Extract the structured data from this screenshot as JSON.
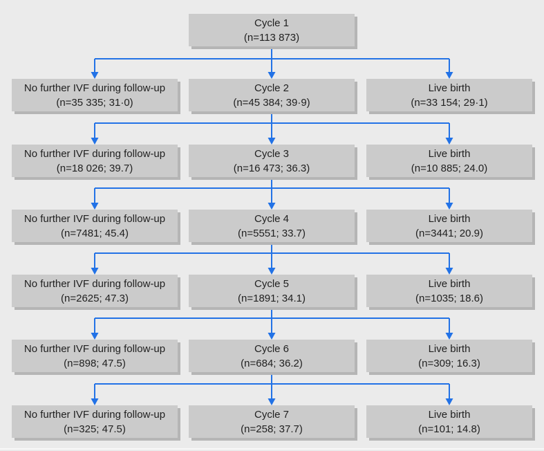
{
  "flow": {
    "root": {
      "title": "Cycle 1",
      "stat": "(n=113 873)"
    },
    "levels": [
      {
        "no_further_ivf": {
          "title": "No further IVF during follow-up",
          "stat": "(n=35 335; 31·0)"
        },
        "cycle": {
          "title": "Cycle 2",
          "stat": "(n=45 384; 39·9)"
        },
        "live_birth": {
          "title": "Live birth",
          "stat": "(n=33 154; 29·1)"
        }
      },
      {
        "no_further_ivf": {
          "title": "No further IVF during follow-up",
          "stat": "(n=18 026; 39.7)"
        },
        "cycle": {
          "title": "Cycle 3",
          "stat": "(n=16 473; 36.3)"
        },
        "live_birth": {
          "title": "Live birth",
          "stat": "(n=10 885; 24.0)"
        }
      },
      {
        "no_further_ivf": {
          "title": "No further IVF during follow-up",
          "stat": "(n=7481; 45.4)"
        },
        "cycle": {
          "title": "Cycle 4",
          "stat": "(n=5551; 33.7)"
        },
        "live_birth": {
          "title": "Live birth",
          "stat": "(n=3441; 20.9)"
        }
      },
      {
        "no_further_ivf": {
          "title": "No further IVF during follow-up",
          "stat": "(n=2625; 47.3)"
        },
        "cycle": {
          "title": "Cycle 5",
          "stat": "(n=1891; 34.1)"
        },
        "live_birth": {
          "title": "Live birth",
          "stat": "(n=1035; 18.6)"
        }
      },
      {
        "no_further_ivf": {
          "title": "No further IVF during follow-up",
          "stat": "(n=898; 47.5)"
        },
        "cycle": {
          "title": "Cycle 6",
          "stat": "(n=684; 36.2)"
        },
        "live_birth": {
          "title": "Live birth",
          "stat": "(n=309; 16.3)"
        }
      },
      {
        "no_further_ivf": {
          "title": "No further IVF during follow-up",
          "stat": "(n=325; 47.5)"
        },
        "cycle": {
          "title": "Cycle 7",
          "stat": "(n=258; 37.7)"
        },
        "live_birth": {
          "title": "Live birth",
          "stat": "(n=101; 14.8)"
        }
      }
    ]
  },
  "colors": {
    "background": "#ebebeb",
    "box_fill": "#cbcbcb",
    "box_shadow": "#b5b5b5",
    "connector_blue": "#2272e6",
    "text": "#1f1f1f"
  }
}
